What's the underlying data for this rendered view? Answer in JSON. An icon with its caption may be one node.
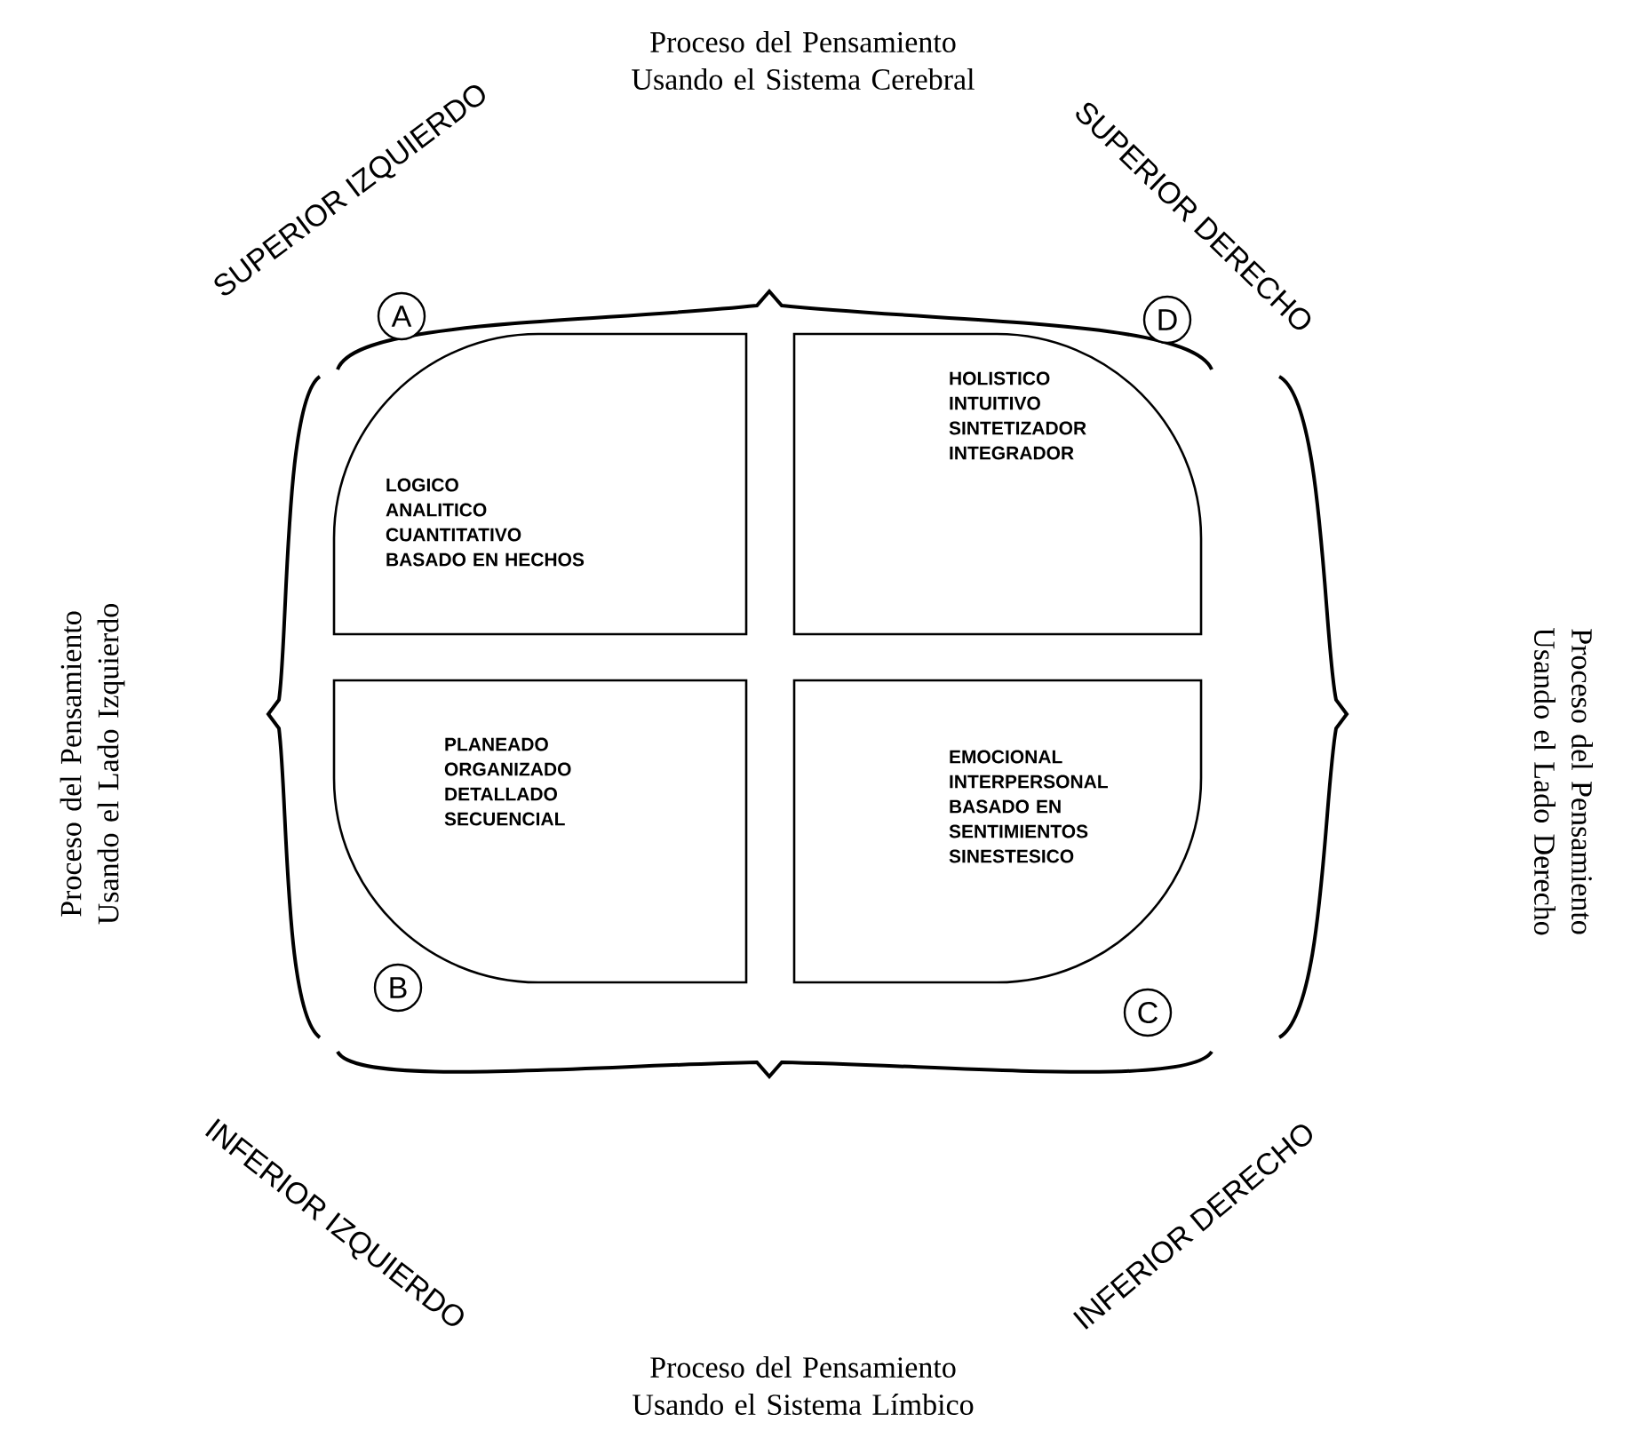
{
  "diagram": {
    "nodes": [
      {
        "text": [
          "A"
        ]
      },
      {
        "text": [
          "LOGICO",
          "ANALITICO",
          "CUANTITATIVO",
          "BASADO EN HECHOS"
        ]
      },
      {
        "text": [
          "D"
        ]
      },
      {
        "text": [
          "HOLISTICO",
          "INTUITIVO",
          "SINTETIZADOR",
          "INTEGRADOR"
        ]
      },
      {
        "text": [
          "PLANEADO",
          "ORGANIZADO",
          "DETALLADO",
          "SECUENCIAL"
        ]
      },
      {
        "text": [
          "EMOCIONAL",
          "INTERPERSONAL",
          "BASADO EN SENTIMIENTOS",
          "SINESTESICO"
        ]
      },
      {
        "text": [
          "B"
        ]
      },
      {
        "text": [
          "C"
        ]
      }
    ],
    "labels": [
      "Proceso del Pensamiento Usando el Sistema Cerebral",
      "SUPERIOR IZQUIERDO",
      "SUPERIOR DERECHO",
      "Proceso del Pensamiento Usando el Lado Izquierdo",
      "Proceso del Pensamiento Usando el Lado Derecho",
      "INFERIOR IZQUIERDO",
      "INFERIOR DERECHO",
      "Proceso del Pensamiento Usando el Sistema Límbico"
    ]
  }
}
